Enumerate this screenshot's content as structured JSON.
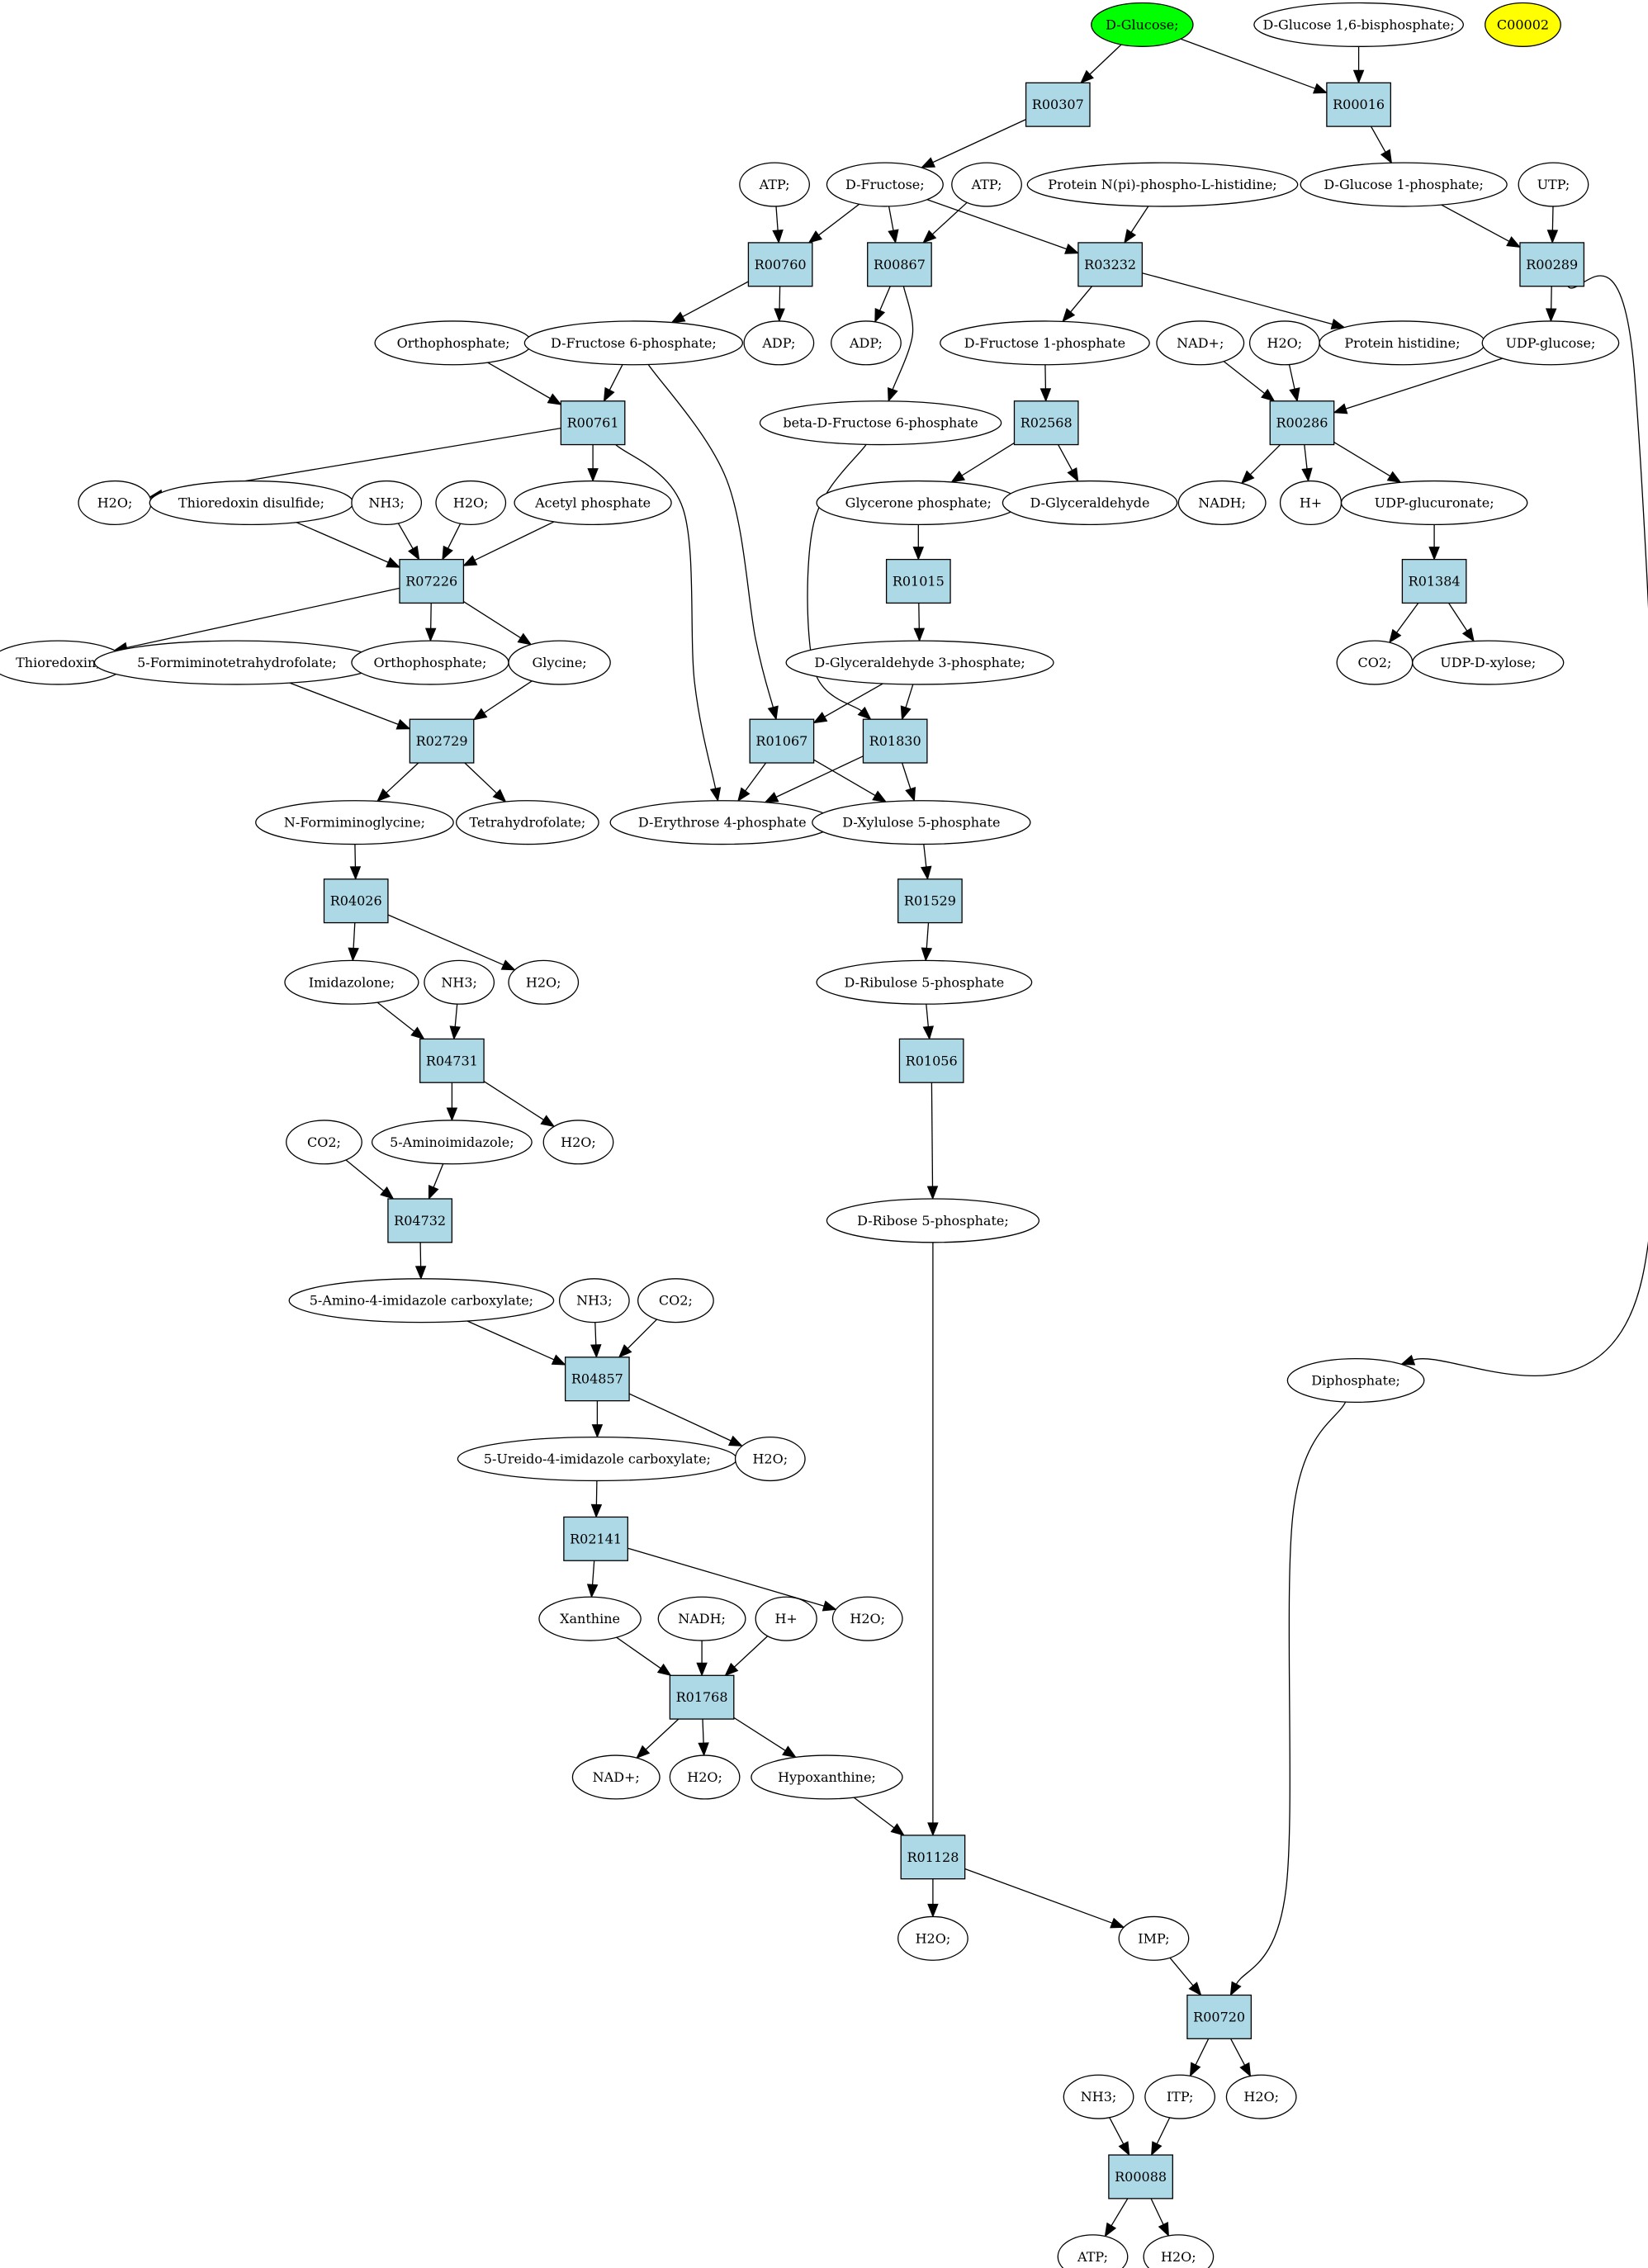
{
  "colors": {
    "reaction_fill": "#add8e6",
    "compound_fill": "#ffffff",
    "start_compound_fill": "#00ff00",
    "target_compound_fill": "#ffff00",
    "edge": "#000000"
  },
  "compounds": [
    {
      "id": "glucose",
      "label": "D-Glucose;",
      "role": "start"
    },
    {
      "id": "g16bp",
      "label": "D-Glucose 1,6-bisphosphate;"
    },
    {
      "id": "c00002",
      "label": "C00002",
      "role": "target"
    },
    {
      "id": "atp1",
      "label": "ATP;"
    },
    {
      "id": "fructose",
      "label": "D-Fructose;"
    },
    {
      "id": "atp2",
      "label": "ATP;"
    },
    {
      "id": "protein_nphis",
      "label": "Protein N(pi)-phospho-L-histidine;"
    },
    {
      "id": "g1p",
      "label": "D-Glucose 1-phosphate;"
    },
    {
      "id": "utp",
      "label": "UTP;"
    },
    {
      "id": "orthophosphate1",
      "label": "Orthophosphate;"
    },
    {
      "id": "f6p",
      "label": "D-Fructose 6-phosphate;"
    },
    {
      "id": "adp1",
      "label": "ADP;"
    },
    {
      "id": "adp2",
      "label": "ADP;"
    },
    {
      "id": "f1p",
      "label": "D-Fructose 1-phosphate"
    },
    {
      "id": "nadplus1",
      "label": "NAD+;"
    },
    {
      "id": "h2o_r286",
      "label": "H2O;"
    },
    {
      "id": "protein_his",
      "label": "Protein histidine;"
    },
    {
      "id": "udpglc",
      "label": "UDP-glucose;"
    },
    {
      "id": "bf6p",
      "label": "beta-D-Fructose 6-phosphate"
    },
    {
      "id": "h2o_r761",
      "label": "H2O;"
    },
    {
      "id": "thioredoxin_ds",
      "label": "Thioredoxin disulfide;"
    },
    {
      "id": "nh3_a",
      "label": "NH3;"
    },
    {
      "id": "h2o_r7226",
      "label": "H2O;"
    },
    {
      "id": "acetylp",
      "label": "Acetyl phosphate"
    },
    {
      "id": "glyceronep",
      "label": "Glycerone phosphate;"
    },
    {
      "id": "glyceraldehyde",
      "label": "D-Glyceraldehyde"
    },
    {
      "id": "nadh1",
      "label": "NADH;"
    },
    {
      "id": "hplus1",
      "label": "H+"
    },
    {
      "id": "udpglcur",
      "label": "UDP-glucuronate;"
    },
    {
      "id": "thioredoxin",
      "label": "Thioredoxin;"
    },
    {
      "id": "formimino_thf",
      "label": "5-Formiminotetrahydrofolate;"
    },
    {
      "id": "orthophosphate2",
      "label": "Orthophosphate;"
    },
    {
      "id": "glycine",
      "label": "Glycine;"
    },
    {
      "id": "g3p",
      "label": "D-Glyceraldehyde 3-phosphate;"
    },
    {
      "id": "co2_a",
      "label": "CO2;"
    },
    {
      "id": "udpxyl",
      "label": "UDP-D-xylose;"
    },
    {
      "id": "nformimino_gly",
      "label": "N-Formiminoglycine;"
    },
    {
      "id": "thf",
      "label": "Tetrahydrofolate;"
    },
    {
      "id": "e4p",
      "label": "D-Erythrose 4-phosphate"
    },
    {
      "id": "xu5p",
      "label": "D-Xylulose 5-phosphate"
    },
    {
      "id": "imidazolone",
      "label": "Imidazolone;"
    },
    {
      "id": "nh3_b",
      "label": "NH3;"
    },
    {
      "id": "h2o_r4026",
      "label": "H2O;"
    },
    {
      "id": "ru5p",
      "label": "D-Ribulose 5-phosphate"
    },
    {
      "id": "co2_b",
      "label": "CO2;"
    },
    {
      "id": "aminoimidazole",
      "label": "5-Aminoimidazole;"
    },
    {
      "id": "h2o_r4731",
      "label": "H2O;"
    },
    {
      "id": "r5p",
      "label": "D-Ribose 5-phosphate;"
    },
    {
      "id": "aica",
      "label": "5-Amino-4-imidazole carboxylate;"
    },
    {
      "id": "nh3_c",
      "label": "NH3;"
    },
    {
      "id": "co2_c",
      "label": "CO2;"
    },
    {
      "id": "diphosphate",
      "label": "Diphosphate;"
    },
    {
      "id": "ureido",
      "label": "5-Ureido-4-imidazole carboxylate;"
    },
    {
      "id": "h2o_r4857",
      "label": "H2O;"
    },
    {
      "id": "xanthine",
      "label": "Xanthine"
    },
    {
      "id": "nadh2",
      "label": "NADH;"
    },
    {
      "id": "hplus2",
      "label": "H+"
    },
    {
      "id": "h2o_r2141",
      "label": "H2O;"
    },
    {
      "id": "nadplus2",
      "label": "NAD+;"
    },
    {
      "id": "h2o_r1768",
      "label": "H2O;"
    },
    {
      "id": "hypoxanthine",
      "label": "Hypoxanthine;"
    },
    {
      "id": "h2o_r1128",
      "label": "H2O;"
    },
    {
      "id": "imp",
      "label": "IMP;"
    },
    {
      "id": "nh3_d",
      "label": "NH3;"
    },
    {
      "id": "itp",
      "label": "ITP;"
    },
    {
      "id": "h2o_r720",
      "label": "H2O;"
    },
    {
      "id": "atp3",
      "label": "ATP;"
    },
    {
      "id": "h2o_r88",
      "label": "H2O;"
    }
  ],
  "reactions": [
    {
      "id": "R00307",
      "label": "R00307"
    },
    {
      "id": "R00016",
      "label": "R00016"
    },
    {
      "id": "R00760",
      "label": "R00760"
    },
    {
      "id": "R00867",
      "label": "R00867"
    },
    {
      "id": "R03232",
      "label": "R03232"
    },
    {
      "id": "R00289",
      "label": "R00289"
    },
    {
      "id": "R00761",
      "label": "R00761"
    },
    {
      "id": "R02568",
      "label": "R02568"
    },
    {
      "id": "R00286",
      "label": "R00286"
    },
    {
      "id": "R07226",
      "label": "R07226"
    },
    {
      "id": "R01015",
      "label": "R01015"
    },
    {
      "id": "R01384",
      "label": "R01384"
    },
    {
      "id": "R02729",
      "label": "R02729"
    },
    {
      "id": "R01067",
      "label": "R01067"
    },
    {
      "id": "R01830",
      "label": "R01830"
    },
    {
      "id": "R04026",
      "label": "R04026"
    },
    {
      "id": "R01529",
      "label": "R01529"
    },
    {
      "id": "R04731",
      "label": "R04731"
    },
    {
      "id": "R01056",
      "label": "R01056"
    },
    {
      "id": "R04732",
      "label": "R04732"
    },
    {
      "id": "R04857",
      "label": "R04857"
    },
    {
      "id": "R02141",
      "label": "R02141"
    },
    {
      "id": "R01768",
      "label": "R01768"
    },
    {
      "id": "R01128",
      "label": "R01128"
    },
    {
      "id": "R00720",
      "label": "R00720"
    },
    {
      "id": "R00088",
      "label": "R00088"
    }
  ],
  "edges": [
    [
      "glucose",
      "R00307"
    ],
    [
      "glucose",
      "R00016"
    ],
    [
      "g16bp",
      "R00016"
    ],
    [
      "R00307",
      "fructose"
    ],
    [
      "R00016",
      "g1p"
    ],
    [
      "atp1",
      "R00760"
    ],
    [
      "fructose",
      "R00760"
    ],
    [
      "fructose",
      "R00867"
    ],
    [
      "atp2",
      "R00867"
    ],
    [
      "fructose",
      "R03232"
    ],
    [
      "protein_nphis",
      "R03232"
    ],
    [
      "g1p",
      "R00289"
    ],
    [
      "utp",
      "R00289"
    ],
    [
      "R00760",
      "f6p"
    ],
    [
      "R00760",
      "adp1"
    ],
    [
      "R00867",
      "adp2"
    ],
    [
      "R00867",
      "bf6p"
    ],
    [
      "R03232",
      "f1p"
    ],
    [
      "R03232",
      "protein_his"
    ],
    [
      "R00289",
      "udpglc"
    ],
    [
      "R00289",
      "diphosphate"
    ],
    [
      "orthophosphate1",
      "R00761"
    ],
    [
      "f6p",
      "R00761"
    ],
    [
      "f6p",
      "R01067"
    ],
    [
      "f1p",
      "R02568"
    ],
    [
      "nadplus1",
      "R00286"
    ],
    [
      "h2o_r286",
      "R00286"
    ],
    [
      "udpglc",
      "R00286"
    ],
    [
      "R00761",
      "h2o_r761"
    ],
    [
      "R00761",
      "acetylp"
    ],
    [
      "R00761",
      "e4p"
    ],
    [
      "bf6p",
      "R01830"
    ],
    [
      "R02568",
      "glyceronep"
    ],
    [
      "R02568",
      "glyceraldehyde"
    ],
    [
      "R00286",
      "nadh1"
    ],
    [
      "R00286",
      "hplus1"
    ],
    [
      "R00286",
      "udpglcur"
    ],
    [
      "thioredoxin_ds",
      "R07226"
    ],
    [
      "nh3_a",
      "R07226"
    ],
    [
      "h2o_r7226",
      "R07226"
    ],
    [
      "acetylp",
      "R07226"
    ],
    [
      "glyceronep",
      "R01015"
    ],
    [
      "udpglcur",
      "R01384"
    ],
    [
      "R07226",
      "thioredoxin"
    ],
    [
      "R07226",
      "orthophosphate2"
    ],
    [
      "R07226",
      "glycine"
    ],
    [
      "R01015",
      "g3p"
    ],
    [
      "R01384",
      "co2_a"
    ],
    [
      "R01384",
      "udpxyl"
    ],
    [
      "formimino_thf",
      "R02729"
    ],
    [
      "glycine",
      "R02729"
    ],
    [
      "g3p",
      "R01067"
    ],
    [
      "g3p",
      "R01830"
    ],
    [
      "R02729",
      "nformimino_gly"
    ],
    [
      "R02729",
      "thf"
    ],
    [
      "R01067",
      "e4p"
    ],
    [
      "R01067",
      "xu5p"
    ],
    [
      "R01830",
      "e4p"
    ],
    [
      "R01830",
      "xu5p"
    ],
    [
      "nformimino_gly",
      "R04026"
    ],
    [
      "xu5p",
      "R01529"
    ],
    [
      "R04026",
      "imidazolone"
    ],
    [
      "R04026",
      "h2o_r4026"
    ],
    [
      "R01529",
      "ru5p"
    ],
    [
      "imidazolone",
      "R04731"
    ],
    [
      "nh3_b",
      "R04731"
    ],
    [
      "ru5p",
      "R01056"
    ],
    [
      "R04731",
      "aminoimidazole"
    ],
    [
      "R04731",
      "h2o_r4731"
    ],
    [
      "R01056",
      "r5p"
    ],
    [
      "co2_b",
      "R04732"
    ],
    [
      "aminoimidazole",
      "R04732"
    ],
    [
      "R04732",
      "aica"
    ],
    [
      "aica",
      "R04857"
    ],
    [
      "nh3_c",
      "R04857"
    ],
    [
      "co2_c",
      "R04857"
    ],
    [
      "R04857",
      "ureido"
    ],
    [
      "R04857",
      "h2o_r4857"
    ],
    [
      "ureido",
      "R02141"
    ],
    [
      "R02141",
      "xanthine"
    ],
    [
      "R02141",
      "h2o_r2141"
    ],
    [
      "xanthine",
      "R01768"
    ],
    [
      "nadh2",
      "R01768"
    ],
    [
      "hplus2",
      "R01768"
    ],
    [
      "R01768",
      "nadplus2"
    ],
    [
      "R01768",
      "h2o_r1768"
    ],
    [
      "R01768",
      "hypoxanthine"
    ],
    [
      "hypoxanthine",
      "R01128"
    ],
    [
      "r5p",
      "R01128"
    ],
    [
      "R01128",
      "h2o_r1128"
    ],
    [
      "R01128",
      "imp"
    ],
    [
      "imp",
      "R00720"
    ],
    [
      "diphosphate",
      "R00720"
    ],
    [
      "R00720",
      "itp"
    ],
    [
      "R00720",
      "h2o_r720"
    ],
    [
      "nh3_d",
      "R00088"
    ],
    [
      "itp",
      "R00088"
    ],
    [
      "R00088",
      "atp3"
    ],
    [
      "R00088",
      "h2o_r88"
    ]
  ]
}
